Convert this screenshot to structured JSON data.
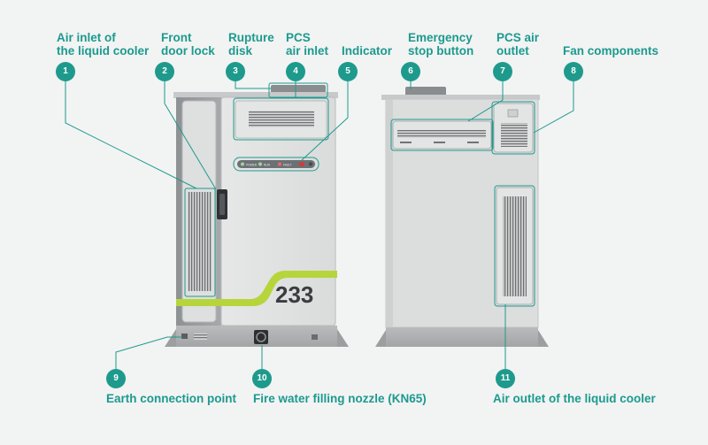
{
  "colors": {
    "accent": "#1e9a8d",
    "label_text": "#1c9a8e",
    "lime_stripe": "#b6d53b",
    "cabinet_body": "#dcdddd",
    "cabinet_dark": "#8d9092",
    "background": "#f2f3f3"
  },
  "callouts": [
    {
      "number": "1",
      "label": "Air inlet of\nthe liquid cooler"
    },
    {
      "number": "2",
      "label": "Front\ndoor lock"
    },
    {
      "number": "3",
      "label": "Rupture\ndisk"
    },
    {
      "number": "4",
      "label": "PCS\nair inlet"
    },
    {
      "number": "5",
      "label": "Indicator"
    },
    {
      "number": "6",
      "label": "Emergency\nstop button"
    },
    {
      "number": "7",
      "label": "PCS air\noutlet"
    },
    {
      "number": "8",
      "label": "Fan components"
    },
    {
      "number": "9",
      "label": "Earth connection point"
    },
    {
      "number": "10",
      "label": "Fire water filling nozzle (KN65)"
    },
    {
      "number": "11",
      "label": "Air outlet of the liquid cooler"
    }
  ],
  "front_unit": {
    "number_mark": "233",
    "indicator_labels": [
      "POWER",
      "RUN",
      "FAULT"
    ]
  }
}
